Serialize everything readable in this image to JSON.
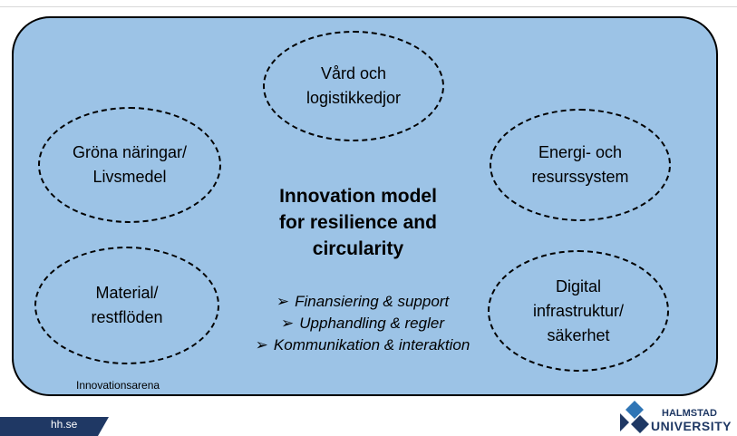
{
  "diagram": {
    "center_title": "Innovation model\nfor resilience and\ncircularity",
    "arena_label": "Innovationsarena",
    "areas": [
      "Vård och\nlogistikkedjor",
      "Gröna näringar/\nLivsmedel",
      "Energi- och\nresurssystem",
      "Material/\nrestflöden",
      "Digital\ninfrastruktur/\nsäkerhet"
    ],
    "bullets": [
      "Finansiering & support",
      "Upphandling & regler",
      "Kommunikation & interaktion"
    ],
    "colors": {
      "arena_fill": "#9cc3e6",
      "brand_dark": "#1f3864",
      "brand_accent": "#2f75b5"
    }
  },
  "footer": {
    "website": "hh.se",
    "logo_line1": "HALMSTAD",
    "logo_line2": "UNIVERSITY"
  }
}
